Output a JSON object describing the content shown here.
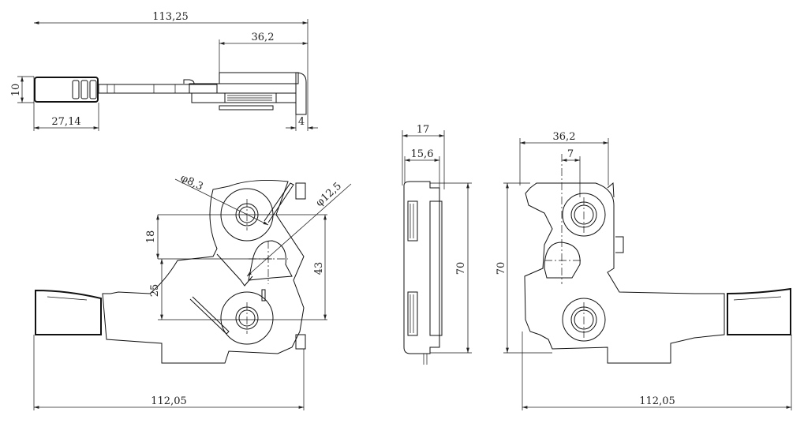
{
  "top_view": {
    "overall_length": "113,25",
    "housing_width": "36,2",
    "height": "10",
    "handle_length": "27,14",
    "flange": "4"
  },
  "front_view": {
    "small_diameter": "φ8,3",
    "large_diameter": "φ12,5",
    "upper_spacing": "18",
    "lower_spacing": "25",
    "pivot_spacing": "43",
    "overall_length": "112,05"
  },
  "side_view": {
    "overall_depth": "17",
    "inner_depth": "15,6",
    "height": "70"
  },
  "rear_view": {
    "housing_width": "36,2",
    "offset": "7",
    "height": "70",
    "overall_length": "112,05"
  }
}
